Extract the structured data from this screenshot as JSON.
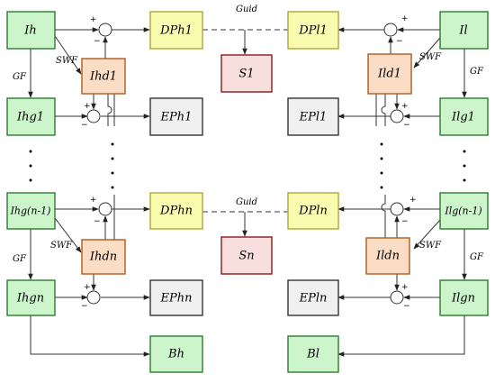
{
  "boxes": {
    "Ih": "Ih",
    "Il": "Il",
    "DPh1": "DPh1",
    "DPl1": "DPl1",
    "S1": "S1",
    "Ihd1": "Ihd1",
    "Ild1": "Ild1",
    "Ihg1": "Ihg1",
    "Ilg1": "Ilg1",
    "EPh1": "EPh1",
    "EPl1": "EPl1",
    "Ihgn1": "Ihg(n-1)",
    "Ilgn1": "Ilg(n-1)",
    "DPhn": "DPhn",
    "DPln": "DPln",
    "Sn": "Sn",
    "Ihdn": "Ihdn",
    "Ildn": "Ildn",
    "Ihgn": "Ihgn",
    "Ilgn": "Ilgn",
    "EPhn": "EPhn",
    "EPln": "EPln",
    "Bh": "Bh",
    "Bl": "Bl"
  },
  "labels": {
    "guid": "Guid",
    "swf": "SWF",
    "gf": "GF",
    "plus": "+",
    "minus": "−"
  },
  "colors": {
    "green_fill": "#ccf5cc",
    "green_stroke": "#2d7a2d",
    "yellow_fill": "#fbfbb0",
    "yellow_stroke": "#a9a93a",
    "orange_fill": "#fbdcc4",
    "orange_stroke": "#b05a1e",
    "red_fill": "#f9dede",
    "red_stroke": "#8b1a1a",
    "gray_fill": "#f0f0f0",
    "gray_stroke": "#333333"
  }
}
